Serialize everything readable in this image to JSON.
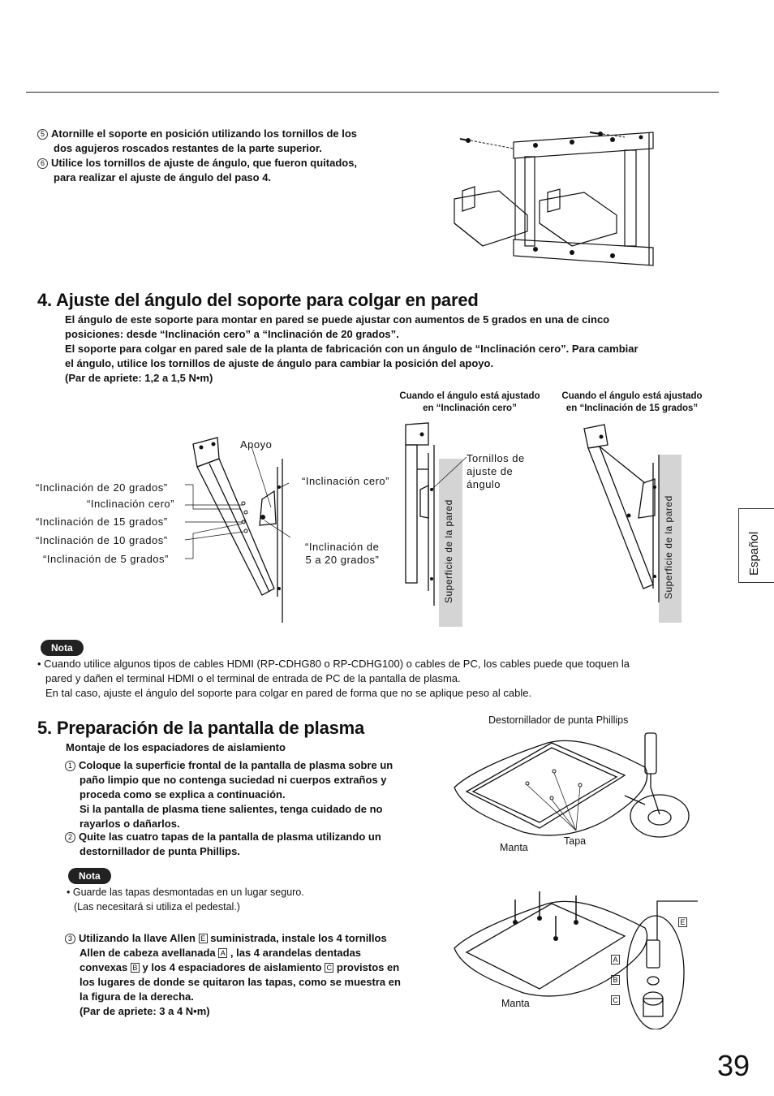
{
  "steps_top": [
    {
      "num": "5",
      "line1": "Atornille el soporte en posición utilizando los tornillos de los",
      "line2": "dos agujeros roscados restantes de la parte superior."
    },
    {
      "num": "6",
      "line1": "Utilice los tornillos de ajuste de ángulo, que fueron quitados,",
      "line2": "para realizar el ajuste de ángulo del paso 4."
    }
  ],
  "section4": {
    "title": "4. Ajuste del ángulo del soporte para colgar en pared",
    "p1": "El ángulo de este soporte para montar en pared se puede ajustar con aumentos de 5 grados en una de cinco",
    "p2": "posiciones: desde “Inclinación cero” a “Inclinación de 20 grados”.",
    "p3": "El soporte para colgar en pared sale de la planta de fabricación con un ángulo de “Inclinación cero”. Para cambiar",
    "p4": "el ángulo, utilice los tornillos de ajuste de ángulo para cambiar la posición del apoyo.",
    "p5": "(Par de apriete: 1,2 a 1,5 N•m)",
    "cap_a1": "Cuando el ángulo está ajustado",
    "cap_a2": "en “Inclinación cero”",
    "cap_b1": "Cuando el ángulo está ajustado",
    "cap_b2": "en “Inclinación de 15 grados”",
    "labels": {
      "apoyo": "Apoyo",
      "incl20": "“Inclinación de 20 grados”",
      "incl0": "“Inclinación cero”",
      "incl15": "“Inclinación de 15 grados”",
      "incl10": "“Inclinación de 10 grados”",
      "incl5": "“Inclinación de 5 grados”",
      "incl0_right": "“Inclinación cero”",
      "incl5_20_a": "“Inclinación de",
      "incl5_20_b": "5 a 20 grados”",
      "tornillos_a": "Tornillos de",
      "tornillos_b": "ajuste de",
      "tornillos_c": "ángulo",
      "wall": "Superficie de la pared"
    }
  },
  "nota1": {
    "badge": "Nota",
    "l1": "• Cuando utilice algunos tipos de cables HDMI (RP-CDHG80 o RP-CDHG100) o cables de PC, los cables puede que toquen la",
    "l2": "pared y dañen el terminal HDMI o el terminal de entrada de PC de la pantalla de plasma.",
    "l3": "En tal caso, ajuste el ángulo del soporte para colgar en pared de forma que no se aplique peso al cable."
  },
  "section5": {
    "title": "5. Preparación de la pantalla de plasma",
    "subtitle": "Montaje de los espaciadores de aislamiento",
    "step1_num": "1",
    "step1": [
      "Coloque la superficie frontal de la pantalla de plasma sobre un",
      "paño limpio que no contenga suciedad ni cuerpos extraños y",
      "proceda como se explica a continuación.",
      "Si la pantalla de plasma tiene salientes, tenga cuidado de no",
      "rayarlos o dañarlos."
    ],
    "step2_num": "2",
    "step2": [
      "Quite las cuatro tapas de la pantalla de plasma utilizando un",
      "destornillador de punta Phillips."
    ],
    "nota_badge": "Nota",
    "nota_l1": "• Guarde las tapas desmontadas en un lugar seguro.",
    "nota_l2": "(Las necesitará si utiliza el pedestal.)",
    "step3_num": "3",
    "step3_a": "Utilizando la llave Allen",
    "key_e": "E",
    "step3_b": "suministrada, instale los 4 tornillos",
    "step3_c": "Allen de cabeza avellanada",
    "key_a": "A",
    "step3_d": ", las 4 arandelas dentadas",
    "step3_e": "convexas",
    "key_b": "B",
    "step3_f": "y los 4 espaciadores de aislamiento",
    "key_c": "C",
    "step3_g": "provistos en",
    "step3_h": "los lugares de donde se quitaron las tapas, como se muestra en",
    "step3_i": "la figura de la derecha.",
    "step3_j": "(Par de apriete: 3 a 4 N•m)",
    "fig_labels": {
      "destornillador": "Destornillador de punta Phillips",
      "manta1": "Manta",
      "tapa": "Tapa",
      "manta2": "Manta",
      "e": "E",
      "a": "A",
      "b": "B",
      "c": "C"
    }
  },
  "side_tab": "Español",
  "page_number": "39"
}
